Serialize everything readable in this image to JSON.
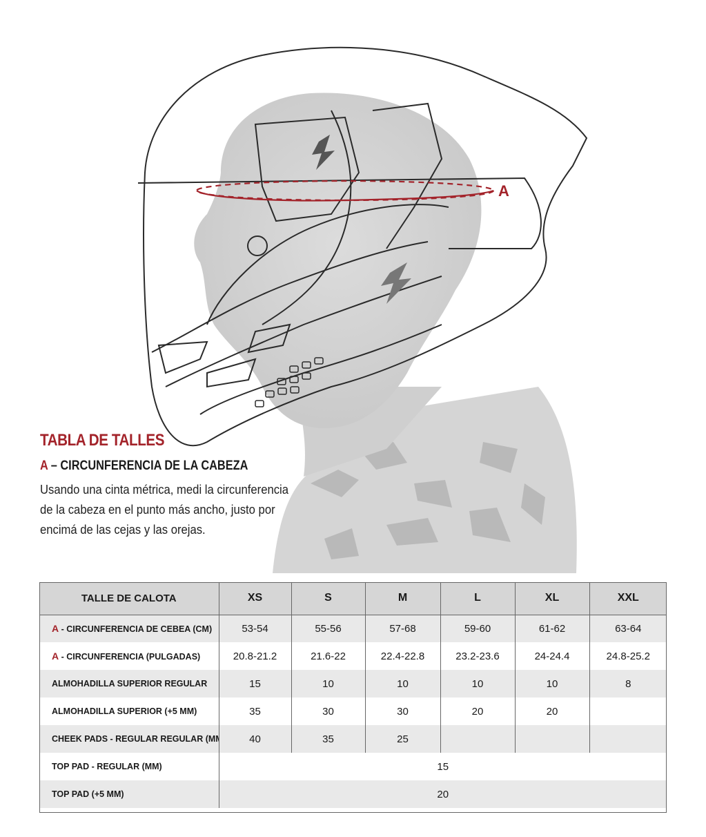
{
  "diagram": {
    "point_label": "A"
  },
  "intro": {
    "title": "TABLA DE TALLES",
    "subtitle_letter": "A",
    "subtitle_text": " – CIRCUNFERENCIA DE LA CABEZA",
    "body": "Usando una cinta métrica, medi la circunferencia de la cabeza en el punto más ancho, justo por encimá de las cejas y las orejas."
  },
  "table": {
    "header_label": "TALLE DE CALOTA",
    "sizes": [
      "XS",
      "S",
      "M",
      "L",
      "XL",
      "XXL"
    ],
    "rows": [
      {
        "prefix": "A",
        "label": " - CIRCUNFERENCIA DE CEBEA (CM)",
        "values": [
          "53-54",
          "55-56",
          "57-68",
          "59-60",
          "61-62",
          "63-64"
        ]
      },
      {
        "prefix": "A",
        "label": " - CIRCUNFERENCIA (PULGADAS)",
        "values": [
          "20.8-21.2",
          "21.6-22",
          "22.4-22.8",
          "23.2-23.6",
          "24-24.4",
          "24.8-25.2"
        ]
      },
      {
        "prefix": "",
        "label": "ALMOHADILLA SUPERIOR REGULAR",
        "values": [
          "15",
          "10",
          "10",
          "10",
          "10",
          "8"
        ]
      },
      {
        "prefix": "",
        "label": "ALMOHADILLA SUPERIOR (+5 MM)",
        "values": [
          "35",
          "30",
          "30",
          "20",
          "20",
          ""
        ]
      },
      {
        "prefix": "",
        "label": "CHEEK PADS - REGULAR REGULAR (MM)",
        "values": [
          "40",
          "35",
          "25",
          "",
          "",
          ""
        ]
      },
      {
        "prefix": "",
        "label": "TOP PAD - REGULAR (MM)",
        "merged_value": "15"
      },
      {
        "prefix": "",
        "label": "TOP PAD (+5 MM)",
        "merged_value": "20"
      }
    ]
  },
  "colors": {
    "accent": "#a3232a",
    "header_bg": "#d6d6d6",
    "row_shade": "#e9e9e9"
  }
}
